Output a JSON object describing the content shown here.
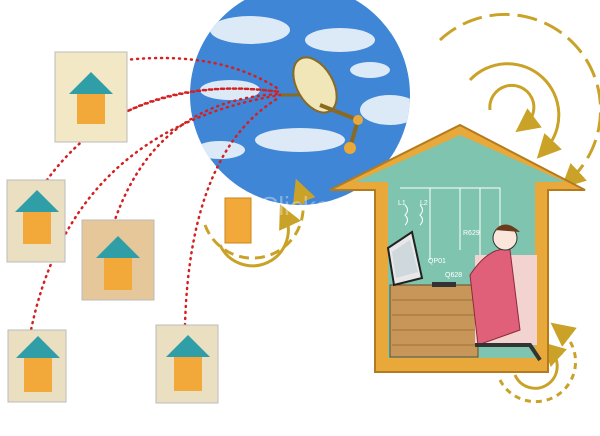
{
  "illustration": {
    "circuit_labels": [
      "L1",
      "L2",
      "R629",
      "QP01",
      "Q628"
    ],
    "watermark": "iClickart"
  },
  "colors": {
    "sky": "#3f86d6",
    "house_frame": "#e8a93a",
    "house_wall": "#7ec4ae",
    "roof": "#2f9ea6",
    "arrow_gold": "#c9a227",
    "dotted_line": "#d42020",
    "person_shirt": "#e0607a"
  }
}
